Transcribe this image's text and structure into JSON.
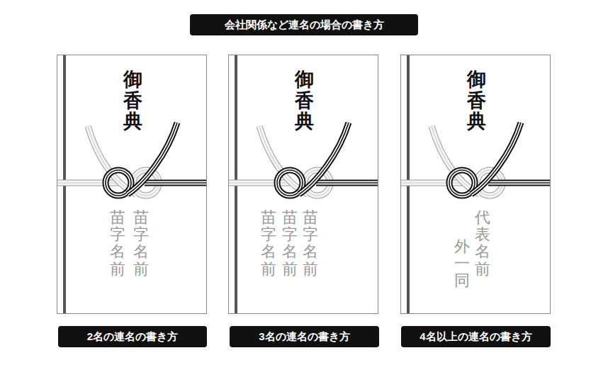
{
  "diagram": {
    "title": "会社関係など連名の場合の書き方",
    "nodes": [
      {
        "text": [
          "御香典",
          "苗字　名前",
          "苗字　名前"
        ]
      },
      {
        "text": [
          "御香典",
          "苗字　名前",
          "苗字　名前",
          "苗字　名前"
        ]
      },
      {
        "text": [
          "御香典",
          "代表名前",
          "外一同"
        ]
      },
      {
        "text": [
          "2名の連名の書き方"
        ]
      },
      {
        "text": [
          "3名の連名の書き方"
        ]
      },
      {
        "text": [
          "4名以上の連名の書き方"
        ]
      }
    ]
  }
}
